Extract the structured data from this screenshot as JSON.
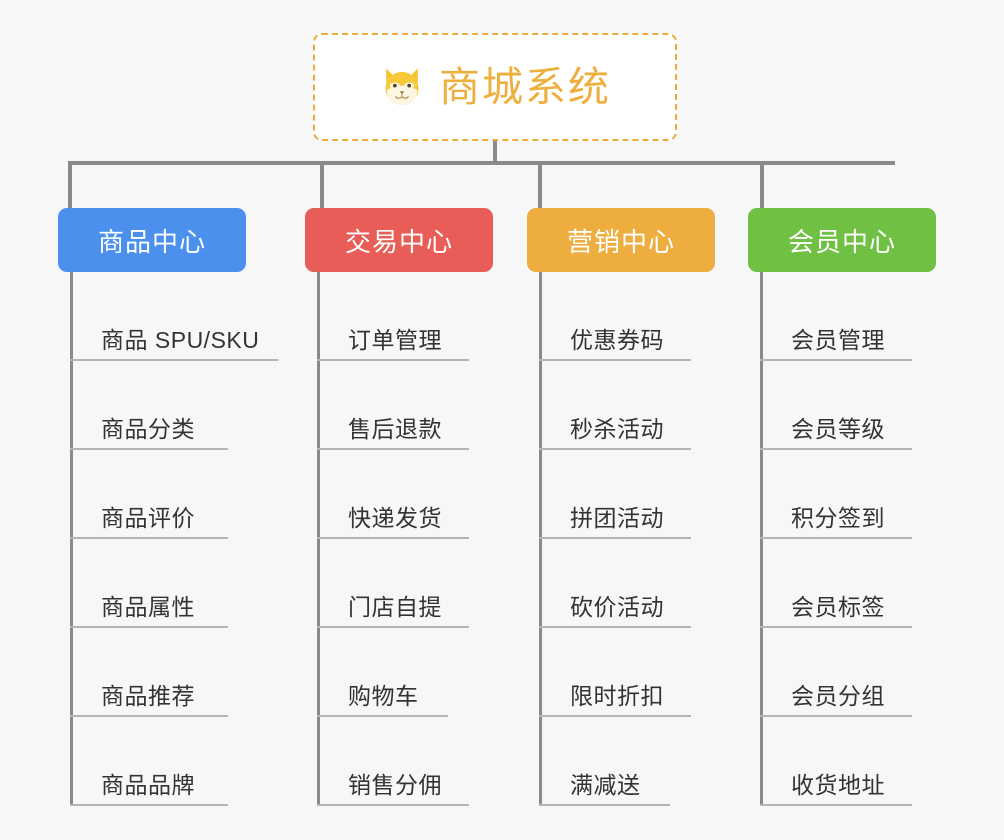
{
  "page": {
    "background_color": "#f7f7f7",
    "line_color": "#8a8a8a",
    "leaf_text_color": "#333333",
    "leaf_rule_color": "#b5b5b5"
  },
  "root": {
    "title": "商城系统",
    "icon": "shiba-dog-face-icon",
    "text_color": "#eeaf3f",
    "border_color": "#edab3d",
    "background_color": "#ffffff"
  },
  "branches": [
    {
      "label": "商品中心",
      "color": "#4a90ec",
      "items": [
        "商品 SPU/SKU",
        "商品分类",
        "商品评价",
        "商品属性",
        "商品推荐",
        "商品品牌"
      ]
    },
    {
      "label": "交易中心",
      "color": "#e85d57",
      "items": [
        "订单管理",
        "售后退款",
        "快递发货",
        "门店自提",
        "购物车",
        "销售分佣"
      ]
    },
    {
      "label": "营销中心",
      "color": "#edae3f",
      "items": [
        "优惠券码",
        "秒杀活动",
        "拼团活动",
        "砍价活动",
        "限时折扣",
        "满减送"
      ]
    },
    {
      "label": "会员中心",
      "color": "#70c044",
      "items": [
        "会员管理",
        "会员等级",
        "积分签到",
        "会员标签",
        "会员分组",
        "收货地址"
      ]
    }
  ]
}
